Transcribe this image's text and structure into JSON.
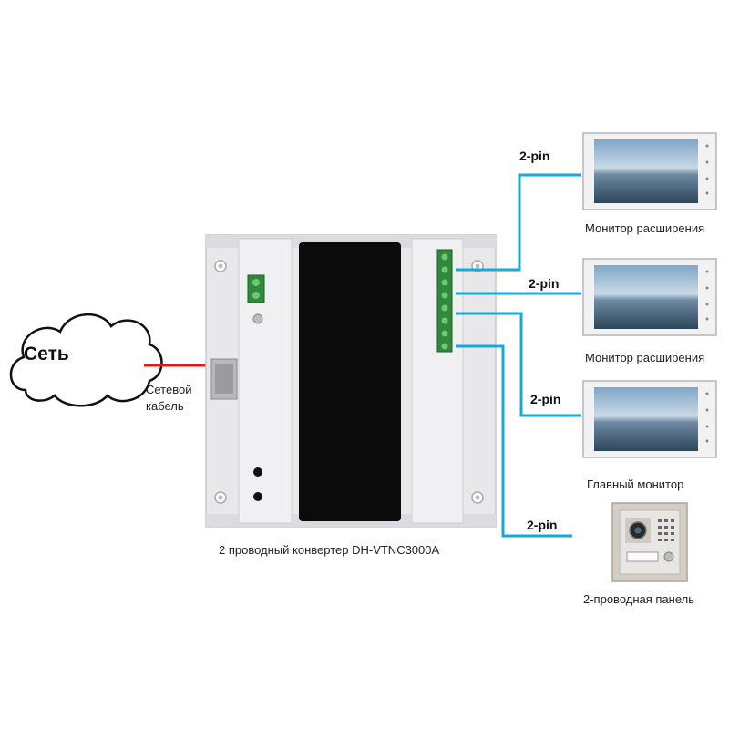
{
  "network": {
    "label": "Сеть"
  },
  "cable": {
    "label_line1": "Сетевой",
    "label_line2": "кабель"
  },
  "converter": {
    "caption": "2 проводный конвертер DH-VTNC3000A"
  },
  "devices": [
    {
      "label": "Монитор расширения",
      "pin": "2-pin"
    },
    {
      "label": "Монитор расширения",
      "pin": "2-pin"
    },
    {
      "label": "Главный монитор",
      "pin": "2-pin"
    },
    {
      "label": "2-проводная панель",
      "pin": "2-pin"
    }
  ],
  "colors": {
    "wire": "#17a9d6",
    "network_cable": "#e0191b"
  }
}
